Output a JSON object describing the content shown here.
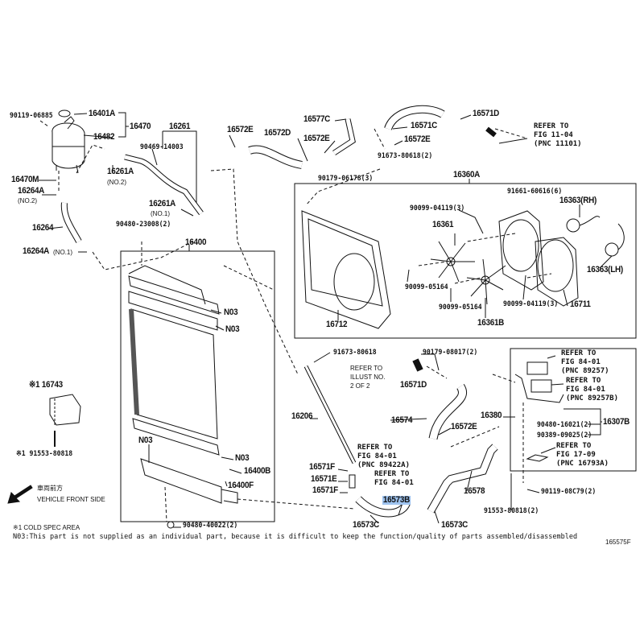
{
  "callouts": {
    "p90119_06885": "90119-06885",
    "p16401A": "16401A",
    "p16470": "16470",
    "p16482": "16482",
    "p16261": "16261",
    "p90469_14003": "90469-14003",
    "p16261A_a": "16261A",
    "no2_a": "(NO.2)",
    "p16470M": "16470M",
    "p16264A_a": "16264A",
    "no2_b": "(NO.2)",
    "p16264": "16264",
    "p16264A_b": "16264A",
    "no1_b": "(NO.1)",
    "p16261A_b": "16261A",
    "no1_a": "(NO.1)",
    "p90480_23008": "90480-23008(2)",
    "p16400": "16400",
    "p16572E_a": "16572E",
    "p16572D": "16572D",
    "p16577C": "16577C",
    "p16572E_b": "16572E",
    "p16571C": "16571C",
    "p16571D_a": "16571D",
    "p16572E_c": "16572E",
    "p91673_80618_2": "91673-80618(2)",
    "p90179_06178": "90179-06178(3)",
    "p16360A": "16360A",
    "p91661_60616": "91661-60616(6)",
    "p16363RH": "16363(RH)",
    "p90099_04119_a": "90099-04119(3)",
    "p16361": "16361",
    "p16363LH": "16363(LH)",
    "p90099_05164_a": "90099-05164",
    "p90099_05164_b": "90099-05164",
    "p90099_04119_b": "90099-04119(3)",
    "p16711": "16711",
    "p16712": "16712",
    "p16361B": "16361B",
    "p91673_80618": "91673-80618",
    "p90179_08017": "90179-08017(2)",
    "p16571D_b": "16571D",
    "p16206": "16206",
    "p16574": "16574",
    "p16572E_d": "16572E",
    "p16380": "16380",
    "p16307B": "16307B",
    "p90480_16021": "90480-16021(2)",
    "p90389_09025": "90389-09025(2)",
    "p16571F_a": "16571F",
    "p16571E": "16571E",
    "p16571F_b": "16571F",
    "p16578": "16578",
    "p90119_08C79": "90119-08C79(2)",
    "p16573B": "16573B",
    "p91553_80818_2": "91553-80818(2)",
    "p16573C_a": "16573C",
    "p16573C_b": "16573C",
    "p16743": "※1 16743",
    "p91553_80818": "※1 91553-80818",
    "n03_a": "N03",
    "n03_b": "N03",
    "n03_c": "N03",
    "n03_d": "N03",
    "p16400B": "16400B",
    "p16400F": "16400F",
    "p90480_40022": "90480-40022(2)"
  },
  "refers": {
    "fig11_04": "REFER TO\nFIG 11-04\n(PNC 11101)",
    "illust2": "REFER TO\nILLUST NO.\n2 OF 2",
    "fig84_89257": "REFER TO\nFIG 84-01\n(PNC 89257)",
    "fig84_89257B": "REFER TO\nFIG 84-01\n(PNC 89257B)",
    "fig17_09": "REFER TO\nFIG 17-09\n(PNC 16793A)",
    "fig84_89422A": "REFER TO\nFIG 84-01\n(PNC 89422A)",
    "fig84_01": "REFER TO\nFIG 84-01"
  },
  "orientation": {
    "jp": "車両前方",
    "en": "VEHICLE FRONT SIDE"
  },
  "notes": {
    "cold_spec": "※1  COLD SPEC AREA",
    "n03": "N03:This part is not supplied as an individual part, because it is difficult to keep the function/quality of parts assembled/disassembled"
  },
  "figure_id": "165575F",
  "highlight_color": "#9ec3ef"
}
